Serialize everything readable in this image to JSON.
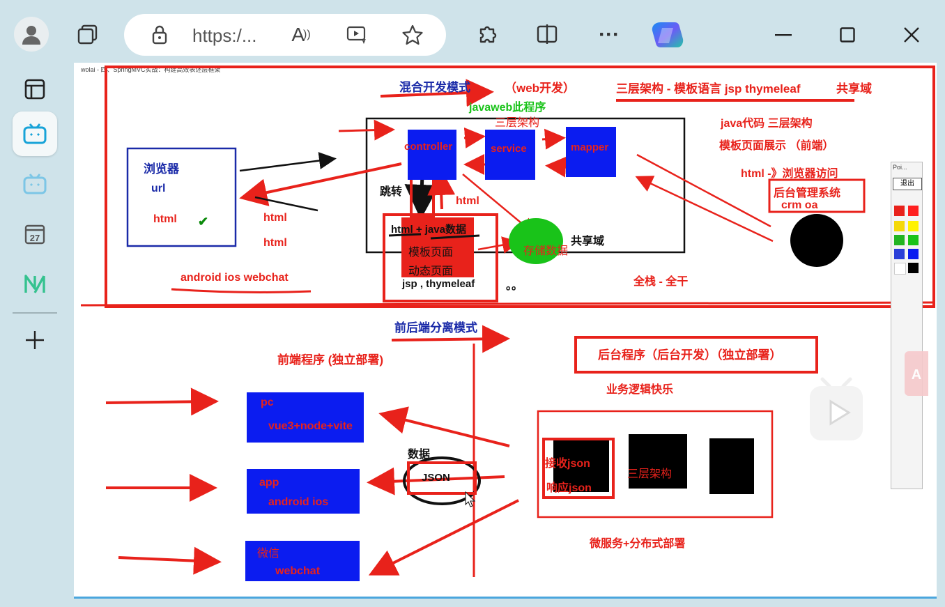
{
  "browser": {
    "address_text": "https:/...",
    "tab_title": "wolai - 四、SpringMVC实战：构建高效表述层框架",
    "pen_toolbar_title": "Poi...",
    "pen_exit_label": "退出"
  },
  "colors": {
    "accent": "#e8221b",
    "blue_box": "#0b1cf0",
    "navy_text": "#1a2aa8",
    "green": "#19c319"
  },
  "icons": [
    "profile-icon",
    "workspaces-icon",
    "lock-icon",
    "read-aloud-icon",
    "video-enhance-icon",
    "favorite-star-icon",
    "extensions-icon",
    "split-screen-icon",
    "more-icon",
    "copilot-icon",
    "minimize-icon",
    "maximize-icon",
    "close-icon",
    "sidebar-toggle-icon",
    "bilibili-icon",
    "bilibili-icon-faded",
    "calendar-icon",
    "app-icon",
    "add-icon",
    "play-icon",
    "translate-icon"
  ],
  "sidebar": {
    "calendar_day": "27"
  },
  "diagram": {
    "top": {
      "mode_title": "混合开发模式",
      "web_dev": "（web开发）",
      "three_tier_templates": "三层架构 - 模板语言 jsp thymeleaf",
      "shared_domain_right": "共享域",
      "javaweb_program": "javaweb此程序",
      "three_tier": "三层架构",
      "java_code": "java代码 三层架构",
      "template_page_display": "模板页面展示 （前端）",
      "html_browser_access": "html -》浏览器访问",
      "admin_system": "后台管理系统",
      "crm_oa": "crm oa",
      "browser_title": "浏览器",
      "url": "url",
      "html": "html",
      "checkmark": "✔",
      "html_arrow_1": "html",
      "html_arrow_2": "html",
      "android_ios_webchat": "android  ios webchat",
      "controller": "controller",
      "service": "service",
      "mapper": "mapper",
      "jump": "跳转",
      "html_return": "html",
      "html_java_data": "html + java数据",
      "template_page": "模板页面",
      "dynamic_page": "动态页面",
      "jsp_thymeleaf": "jsp , thymeleaf",
      "dots": "。。",
      "store_data": "存储数据",
      "shared_domain": "共享域",
      "fullstack": "全栈  - 全干"
    },
    "bottom": {
      "split_mode_title": "前后端分离模式",
      "frontend_program": "前端程序 (独立部署)",
      "backend_program": "后台程序（后台开发）（独立部署）",
      "business_logic": "业务逻辑快乐",
      "pc": "pc",
      "pc_stack": "vue3+node+vite",
      "app": "app",
      "app_platforms": "android ios",
      "wechat": "微信",
      "webchat": "webchat",
      "data_label": "数据",
      "json": "JSON",
      "receive_json": "接收json",
      "respond_json": "响应json",
      "three_tier": "三层架构",
      "microservices": "微服务+分布式部署"
    }
  }
}
